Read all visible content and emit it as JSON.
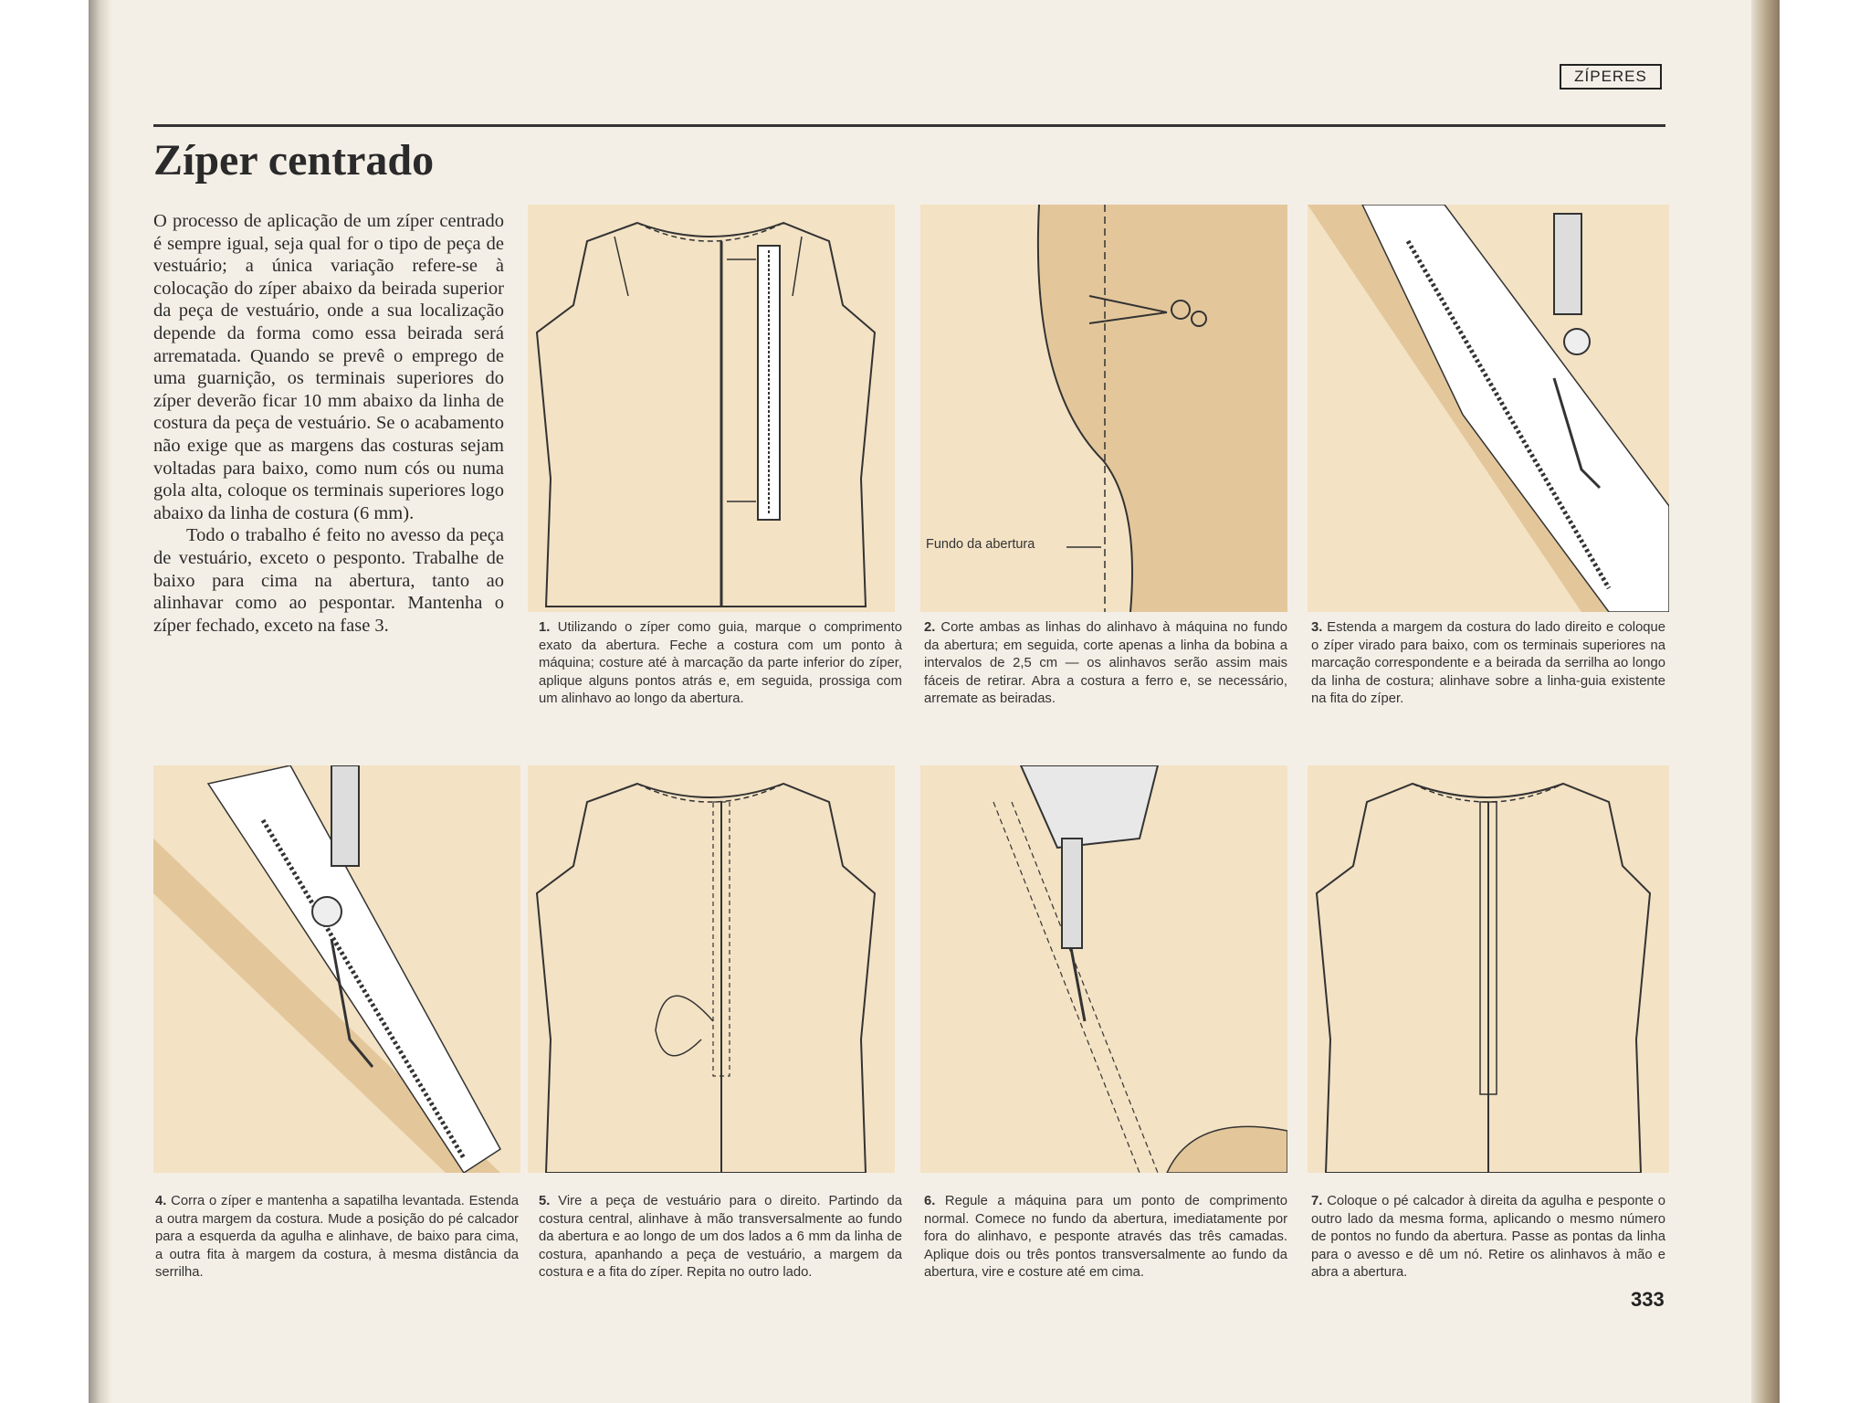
{
  "header": {
    "section_tag": "ZÍPERES"
  },
  "title": "Zíper centrado",
  "intro": {
    "paragraph_1": "O processo de aplicação de um zíper centrado é sempre igual, seja qual for o tipo de peça de vestuário; a única variação refere-se à colocação do zíper abaixo da beirada superior da peça de vestuário, onde a sua localização depende da forma como essa beirada será arrematada. Quando se prevê o emprego de uma guarnição, os terminais superiores do zíper deverão ficar 10 mm abaixo da linha de costura da peça de vestuário. Se o acabamento não exige que as margens das costuras sejam voltadas para baixo, como num cós ou numa gola alta, coloque os terminais superiores logo abaixo da linha de costura (6 mm).",
    "paragraph_2": "Todo o trabalho é feito no avesso da peça de vestuário, exceto o pesponto. Trabalhe de baixo para cima na abertura, tanto ao alinhavar como ao pespontar. Mantenha o zíper fechado, exceto na fase 3."
  },
  "steps": [
    {
      "num": "1.",
      "text": "Utilizando o zíper como guia, marque o comprimento exato da abertura. Feche a costura com um ponto à máquina; costure até à marcação da parte inferior do zíper, aplique alguns pontos atrás e, em seguida, prossiga com um alinhavo ao longo da abertura."
    },
    {
      "num": "2.",
      "text": "Corte ambas as linhas do alinhavo à máquina no fundo da abertura; em seguida, corte apenas a linha da bobina a intervalos de 2,5 cm — os alinhavos serão assim mais fáceis de retirar. Abra a costura a ferro e, se necessário, arremate as beiradas."
    },
    {
      "num": "3.",
      "text": "Estenda a margem da costura do lado direito e coloque o zíper virado para baixo, com os terminais superiores na marcação correspondente e a beirada da serrilha ao longo da linha de costura; alinhave sobre a linha-guia existente na fita do zíper."
    },
    {
      "num": "4.",
      "text": "Corra o zíper e mantenha a sapatilha levantada. Estenda a outra margem da costura. Mude a posição do pé calcador para a esquerda da agulha e alinhave, de baixo para cima, a outra fita à margem da costura, à mesma distância da serrilha."
    },
    {
      "num": "5.",
      "text": "Vire a peça de vestuário para o direito. Partindo da costura central, alinhave à mão transversalmente ao fundo da abertura e ao longo de um dos lados a 6 mm da linha de costura, apanhando a peça de vestuário, a margem da costura e a fita do zíper. Repita no outro lado."
    },
    {
      "num": "6.",
      "text": "Regule a máquina para um ponto de comprimento normal. Comece no fundo da abertura, imediatamente por fora do alinhavo, e pesponte através das três camadas. Aplique dois ou três pontos transversalmente ao fundo da abertura, vire e costure até em cima."
    },
    {
      "num": "7.",
      "text": "Coloque o pé calcador à direita da agulha e pesponte o outro lado da mesma forma, aplicando o mesmo número de pontos no fundo da abertura. Passe as pontas da linha para o avesso e dê um nó. Retire os alinhavos à mão e abra a abertura."
    }
  ],
  "labels": {
    "fundo_abertura": "Fundo da abertura"
  },
  "page_number": "333",
  "colors": {
    "fabric": "#f3e2c4",
    "fabric_dark": "#e3c79b",
    "ink": "#2b2b2b",
    "paper": "#f4efe6"
  }
}
